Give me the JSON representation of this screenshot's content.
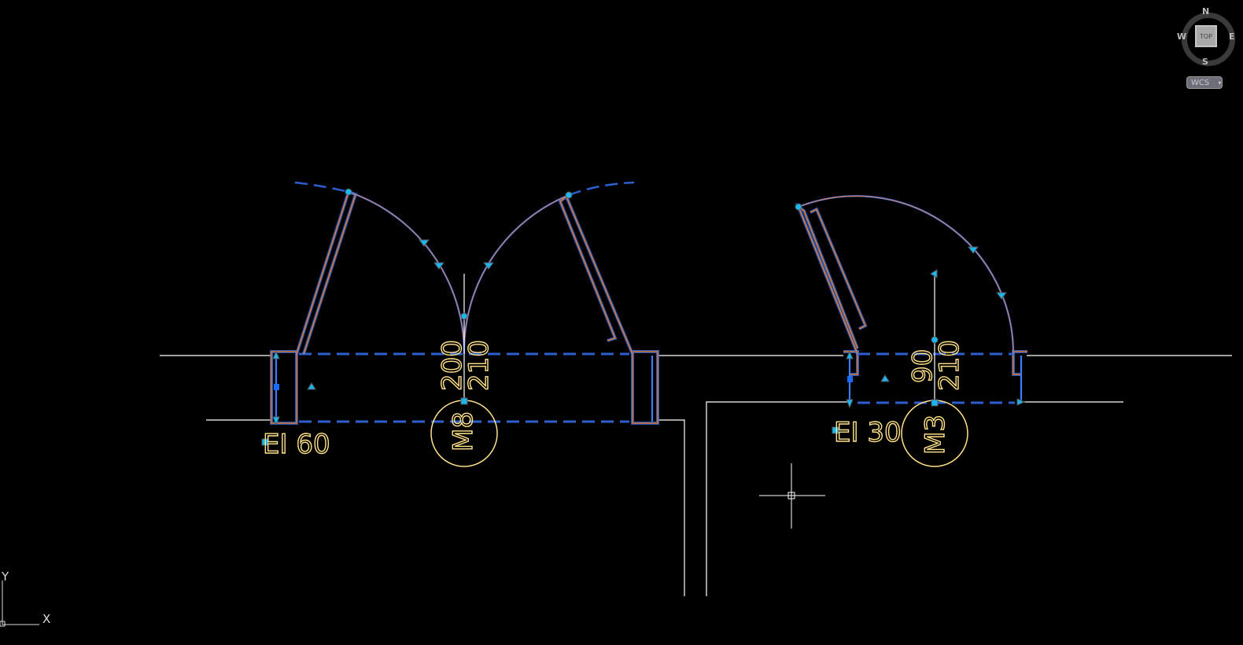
{
  "viewcube": {
    "face": "TOP",
    "north": "N",
    "south": "S",
    "east": "E",
    "west": "W"
  },
  "coordinate_system": {
    "label": "WCS",
    "dropdown": "▾"
  },
  "ucs_icon": {
    "x_label": "X",
    "y_label": "Y"
  },
  "doors": [
    {
      "tag": "M8",
      "width": "200",
      "height": "210",
      "fire_rating": "EI 60"
    },
    {
      "tag": "M3",
      "width": "90",
      "height": "210",
      "fire_rating": "EI 30"
    }
  ]
}
